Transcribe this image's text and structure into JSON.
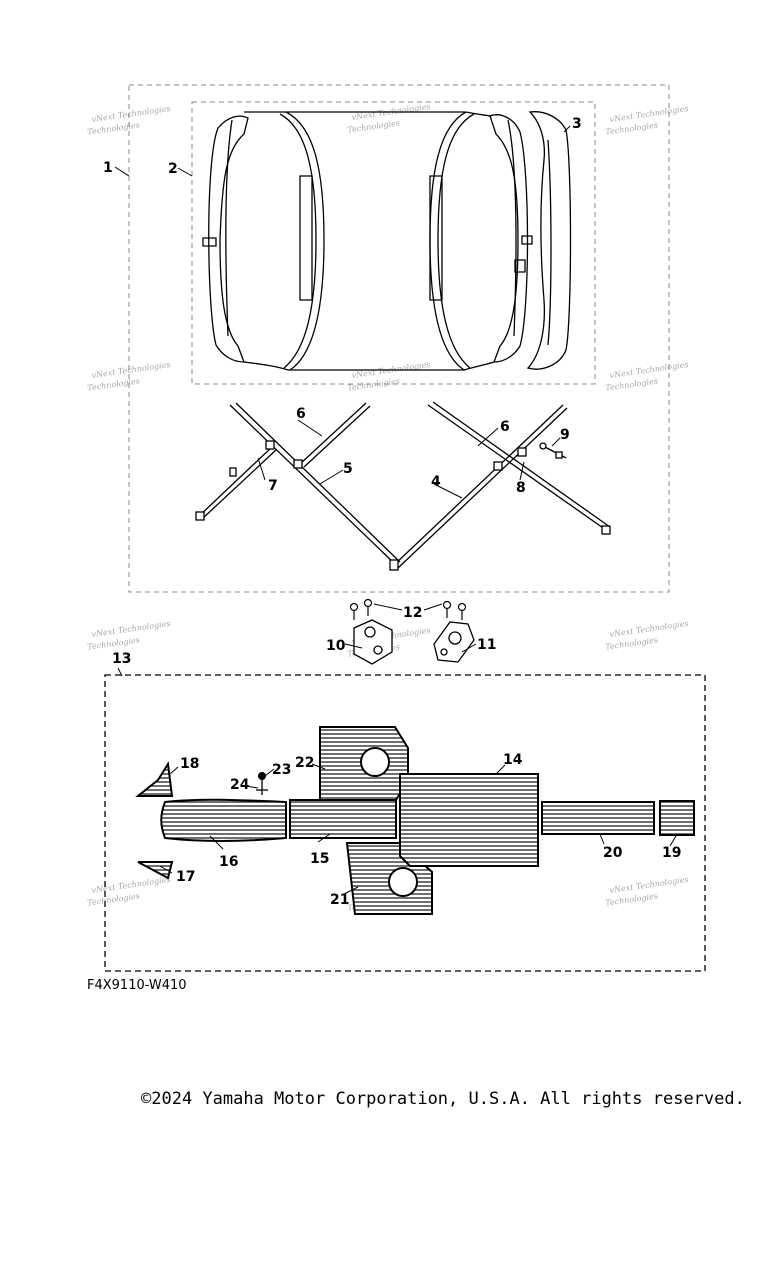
{
  "parts": [
    {
      "ref": "1"
    },
    {
      "ref": "2"
    },
    {
      "ref": "3"
    },
    {
      "ref": "4"
    },
    {
      "ref": "5"
    },
    {
      "ref": "6"
    },
    {
      "ref": "6"
    },
    {
      "ref": "7"
    },
    {
      "ref": "8"
    },
    {
      "ref": "9"
    },
    {
      "ref": "10"
    },
    {
      "ref": "11"
    },
    {
      "ref": "12"
    },
    {
      "ref": "13"
    },
    {
      "ref": "14"
    },
    {
      "ref": "15"
    },
    {
      "ref": "16"
    },
    {
      "ref": "17"
    },
    {
      "ref": "18"
    },
    {
      "ref": "19"
    },
    {
      "ref": "20"
    },
    {
      "ref": "21"
    },
    {
      "ref": "22"
    },
    {
      "ref": "23"
    },
    {
      "ref": "24"
    }
  ],
  "watermark": {
    "line1": "vNext Technologies",
    "line2": "Technologies"
  },
  "diagram_code": "F4X9110-W410",
  "copyright": "©2024 Yamaha Motor Corporation, U.S.A. All rights reserved."
}
